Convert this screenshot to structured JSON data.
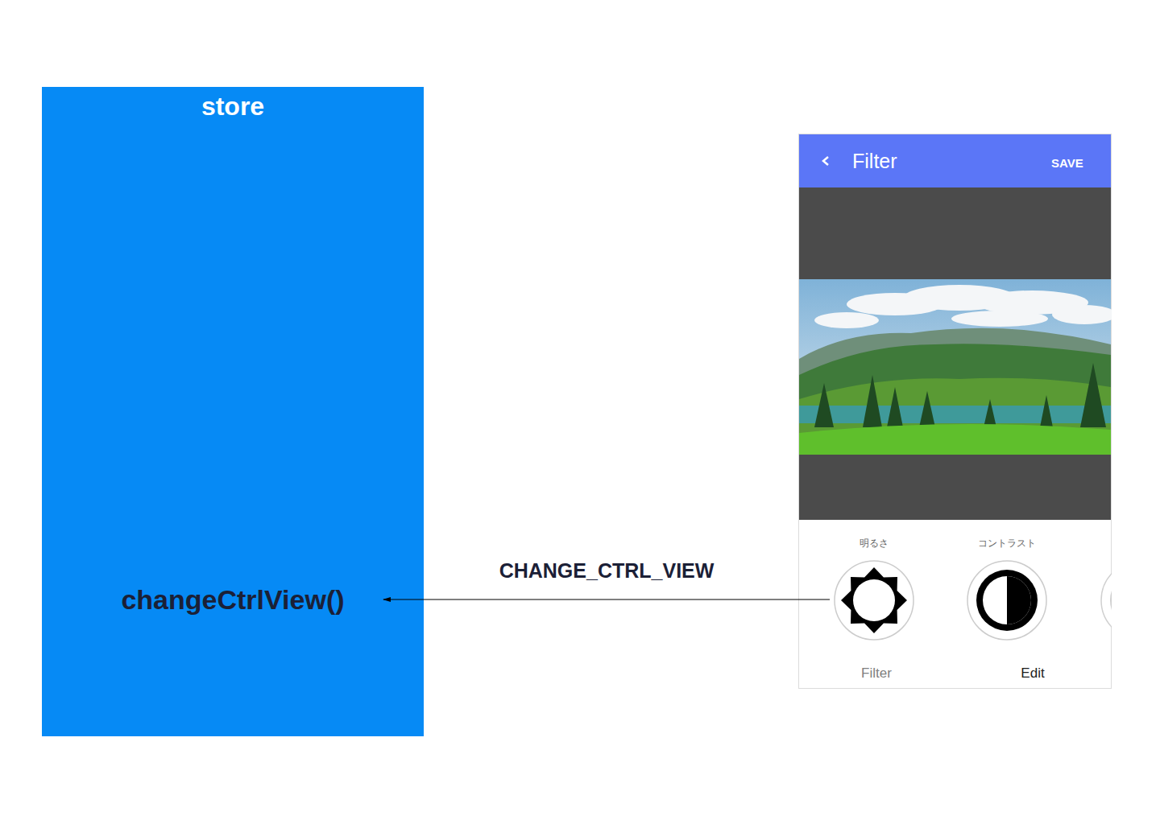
{
  "diagram": {
    "nodes": [
      {
        "text": [
          "store"
        ]
      },
      {
        "text": [
          "changeCtrlView()"
        ],
        "in": 0
      },
      {
        "text": [
          "明るさ"
        ]
      },
      {
        "text": [
          "コントラスト"
        ]
      }
    ],
    "edges": [
      {
        "from": 2,
        "to": 1,
        "label": "CHANGE_CTRL_VIEW",
        "arrow": "to"
      }
    ],
    "labels": [
      "Filter",
      "SAVE",
      "Filter",
      "Edit"
    ]
  }
}
